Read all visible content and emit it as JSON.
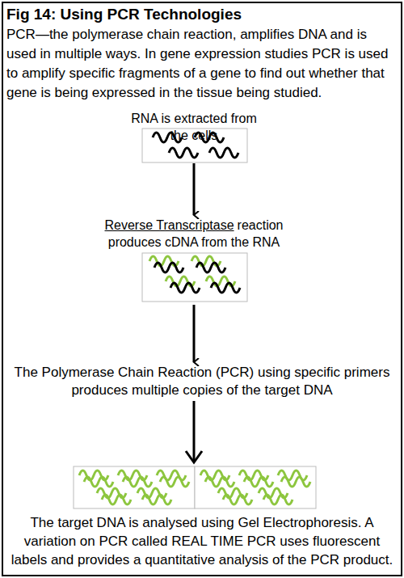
{
  "diagram": {
    "title": "Fig 14: Using PCR Technologies",
    "nodes": [
      {
        "text": [
          "RNA is extracted from the cells"
        ]
      },
      {
        "text": [
          "Reverse Transcriptase",
          "reaction produces cDNA from the RNA"
        ]
      },
      {
        "text": [
          "The Polymerase Chain Reaction (PCR) using specific primers produces multiple copies of the target DNA"
        ]
      }
    ],
    "edges": [
      {
        "from": 0,
        "to": 1,
        "arrow": "to"
      },
      {
        "from": 1,
        "to": 2,
        "arrow": "to"
      }
    ],
    "labels": [
      "PCR—the polymerase chain reaction, amplifies DNA and is used in multiple ways. In gene expression studies PCR is used to amplify specific fragments of a gene to find out whether that gene is being expressed in the tissue being studied.",
      "The target DNA is analysed using Gel Electrophoresis. A variation on PCR called REAL TIME PCR uses fluorescent labels and provides a quantitative analysis of the PCR product."
    ]
  }
}
